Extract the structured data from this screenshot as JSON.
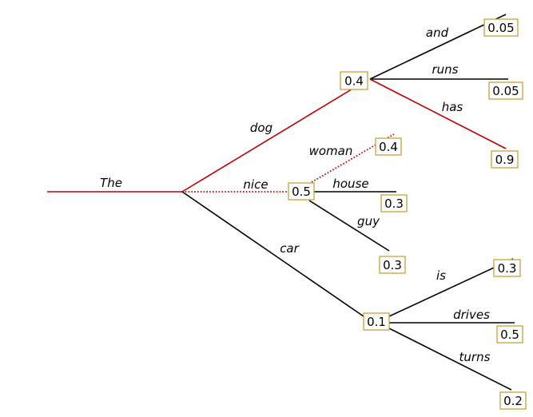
{
  "colors": {
    "highlight": "#c00000",
    "default": "#000000",
    "box_border": "#c8a23a"
  },
  "root": {
    "word": "The"
  },
  "edges": [
    {
      "id": "dog",
      "word": "dog",
      "from": "root",
      "to": "dog",
      "style": "highlight"
    },
    {
      "id": "nice",
      "word": "nice",
      "from": "root",
      "to": "nice",
      "style": "dotted"
    },
    {
      "id": "car",
      "word": "car",
      "from": "root",
      "to": "car",
      "style": "default"
    },
    {
      "id": "and",
      "word": "and",
      "from": "dog",
      "to": "and",
      "style": "default"
    },
    {
      "id": "runs",
      "word": "runs",
      "from": "dog",
      "to": "runs",
      "style": "default"
    },
    {
      "id": "has",
      "word": "has",
      "from": "dog",
      "to": "has",
      "style": "highlight"
    },
    {
      "id": "woman",
      "word": "woman",
      "from": "nice",
      "to": "woman",
      "style": "dotted"
    },
    {
      "id": "house",
      "word": "house",
      "from": "nice",
      "to": "house",
      "style": "default"
    },
    {
      "id": "guy",
      "word": "guy",
      "from": "nice",
      "to": "guy",
      "style": "default"
    },
    {
      "id": "is",
      "word": "is",
      "from": "car",
      "to": "is",
      "style": "default"
    },
    {
      "id": "drives",
      "word": "drives",
      "from": "car",
      "to": "drives",
      "style": "default"
    },
    {
      "id": "turns",
      "word": "turns",
      "from": "car",
      "to": "turns",
      "style": "default"
    }
  ],
  "nodes": [
    {
      "id": "dog",
      "prob": "0.4"
    },
    {
      "id": "nice",
      "prob": "0.5"
    },
    {
      "id": "car",
      "prob": "0.1"
    },
    {
      "id": "and",
      "prob": "0.05"
    },
    {
      "id": "runs",
      "prob": "0.05"
    },
    {
      "id": "has",
      "prob": "0.9"
    },
    {
      "id": "woman",
      "prob": "0.4"
    },
    {
      "id": "house",
      "prob": "0.3"
    },
    {
      "id": "guy",
      "prob": "0.3"
    },
    {
      "id": "is",
      "prob": "0.3"
    },
    {
      "id": "drives",
      "prob": "0.5"
    },
    {
      "id": "turns",
      "prob": "0.2"
    }
  ]
}
